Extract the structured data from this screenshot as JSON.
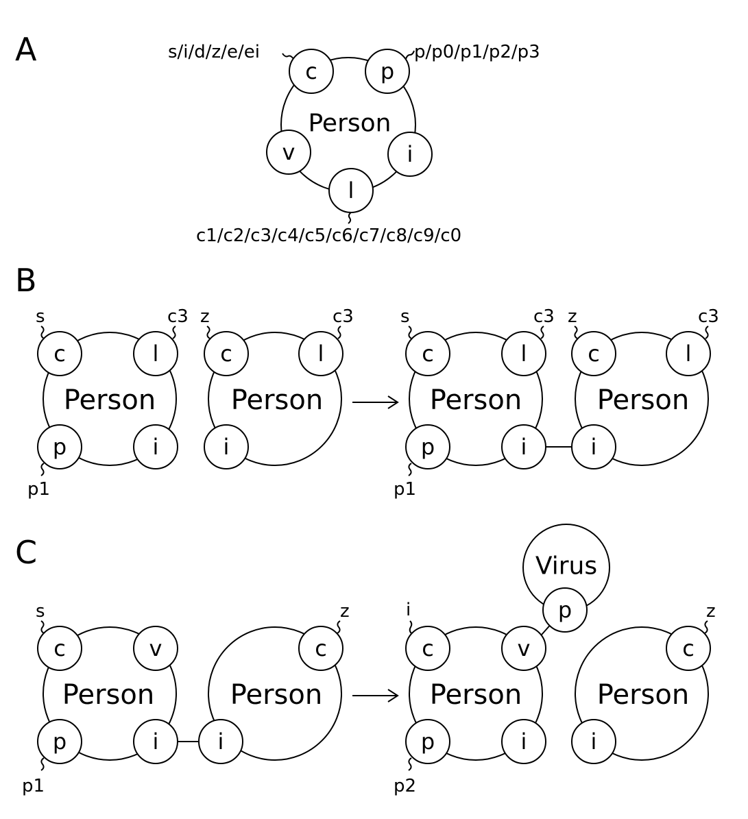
{
  "panels": {
    "a": {
      "label": "A"
    },
    "b": {
      "label": "B"
    },
    "c": {
      "label": "C"
    }
  },
  "panel_a": {
    "agent": "Person",
    "site_c": "c",
    "site_p": "p",
    "site_v": "v",
    "site_i": "i",
    "site_l": "l",
    "state_c": "s/i/d/z/e/ei",
    "state_p": "p/p0/p1/p2/p3",
    "state_l": "c1/c2/c3/c4/c5/c6/c7/c8/c9/c0"
  },
  "panel_b": {
    "left": {
      "agent1": "Person",
      "site_c1": "c",
      "site_l1": "l",
      "site_p1": "p",
      "site_i1": "i",
      "state_c1": "s",
      "state_l1": "c3",
      "state_p1": "p1",
      "agent2": "Person",
      "site_c2": "c",
      "site_l2": "l",
      "site_i2": "i",
      "state_c2": "z",
      "state_l2": "c3"
    },
    "right": {
      "agent1": "Person",
      "site_c1": "c",
      "site_l1": "l",
      "site_p1": "p",
      "site_i1": "i",
      "state_c1": "s",
      "state_l1": "c3",
      "state_p1": "p1",
      "agent2": "Person",
      "site_c2": "c",
      "site_l2": "l",
      "site_i2": "i",
      "state_c2": "z",
      "state_l2": "c3"
    }
  },
  "panel_c": {
    "left": {
      "agent1": "Person",
      "site_c1": "c",
      "site_v1": "v",
      "site_p1": "p",
      "site_i1": "i",
      "state_c1": "s",
      "state_p1": "p1",
      "agent2": "Person",
      "site_c2": "c",
      "site_i2": "i",
      "state_c2": "z"
    },
    "right": {
      "agent1": "Person",
      "site_c1": "c",
      "site_v1": "v",
      "site_p1": "p",
      "site_i1": "i",
      "state_c1": "i",
      "state_p1": "p2",
      "virus": "Virus",
      "site_virus_p": "p",
      "agent2": "Person",
      "site_c2": "c",
      "site_i2": "i",
      "state_c2": "z"
    }
  }
}
